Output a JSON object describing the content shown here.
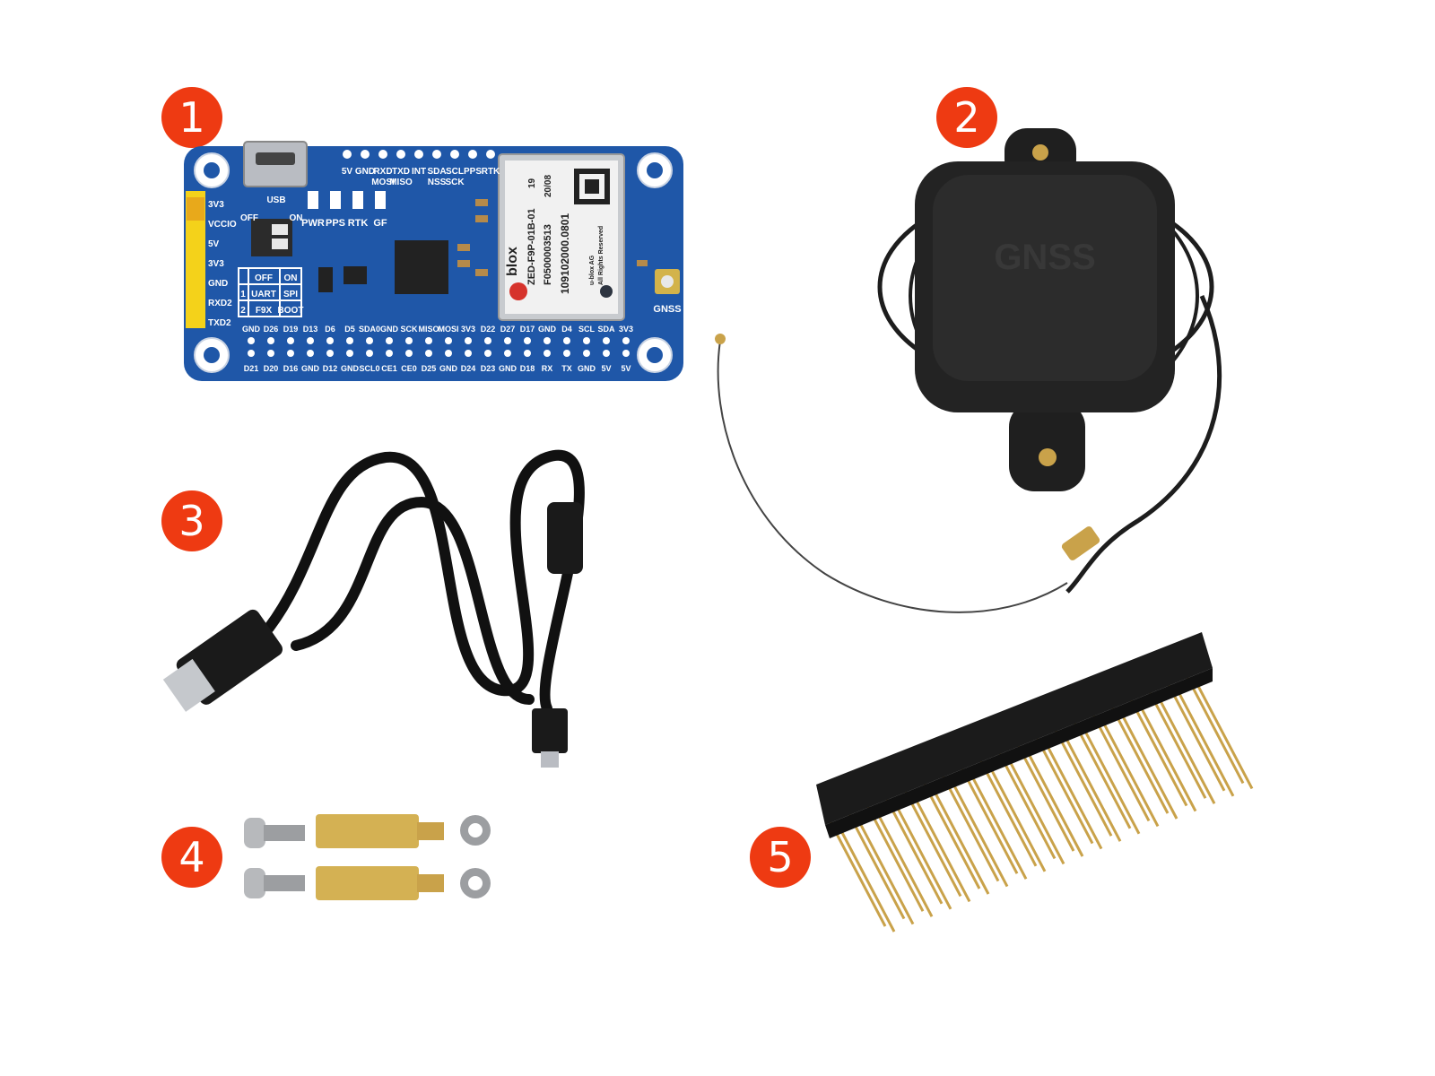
{
  "badges": [
    "1",
    "2",
    "3",
    "4",
    "5"
  ],
  "board": {
    "top_pins": [
      "5V",
      "GND",
      "RXD",
      "TXD",
      "INT",
      "SDA",
      "SCL",
      "PPS",
      "RTK"
    ],
    "top_pins_row2": [
      "MOSI",
      "MISO",
      "NSS",
      "SCK"
    ],
    "leds": [
      "PWR",
      "PPS",
      "RTK",
      "GF"
    ],
    "side_pins": [
      "3V3",
      "VCCIO",
      "5V",
      "3V3",
      "GND",
      "RXD2",
      "TXD2"
    ],
    "usb_label": "USB",
    "switch_off": "OFF",
    "switch_on": "ON",
    "table_rows": [
      [
        "",
        "OFF",
        "ON"
      ],
      [
        "1",
        "UART",
        "SPI"
      ],
      [
        "2",
        "F9X",
        "BOOT"
      ]
    ],
    "bottom_row1": [
      "GND",
      "D26",
      "D19",
      "D13",
      "D6",
      "D5",
      "SDA0",
      "GND",
      "SCK",
      "MISO",
      "MOSI",
      "3V3",
      "D22",
      "D27",
      "D17",
      "GND",
      "D4",
      "SCL",
      "SDA",
      "3V3"
    ],
    "bottom_row2": [
      "D21",
      "D20",
      "D16",
      "GND",
      "D12",
      "GND",
      "SCL0",
      "CE1",
      "CE0",
      "D25",
      "GND",
      "D24",
      "D23",
      "GND",
      "D18",
      "RX",
      "TX",
      "GND",
      "5V",
      "5V"
    ],
    "gnss_label": "GNSS",
    "module": {
      "brand": "blox",
      "model": "ZED-F9P-01B-01",
      "serial": "F0500003513",
      "code": "109102000.0801",
      "year": "19",
      "week": "20/08",
      "copyright": "u-blox AG",
      "rights": "All Rights Reserved"
    }
  },
  "antenna": {
    "label": "GNSS"
  },
  "colors": {
    "badge": "#ee3a12",
    "pcb": "#1f57a8",
    "header": "#f4d21a"
  }
}
